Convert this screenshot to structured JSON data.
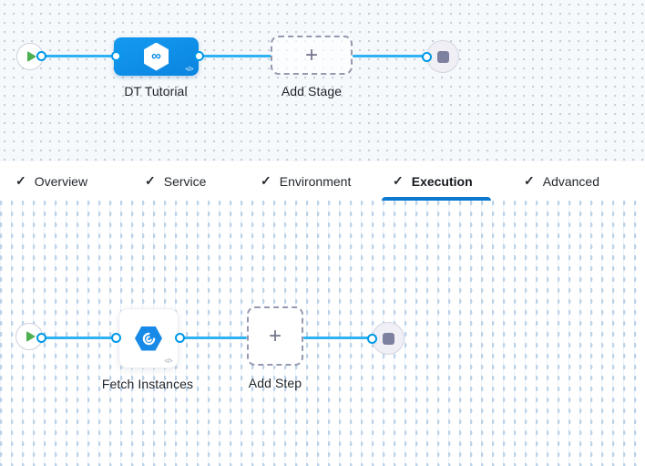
{
  "colors": {
    "accent_blue": "#0278d5",
    "connector_blue": "#2eb2f3",
    "stage_node_blue": "#0b8ce6",
    "play_green": "#4caf50",
    "end_marker_gray": "#7e809f"
  },
  "stage_graph": {
    "stage": {
      "label": "DT Tutorial",
      "icon": "pipeline-infinity-icon",
      "icon_glyph": "∞",
      "code_badge": "</>"
    },
    "add_stage": {
      "label": "Add Stage",
      "plus_glyph": "+"
    }
  },
  "tabs": {
    "check_glyph": "✓",
    "items": [
      {
        "label": "Overview",
        "completed": true,
        "active": false
      },
      {
        "label": "Service",
        "completed": true,
        "active": false
      },
      {
        "label": "Environment",
        "completed": true,
        "active": false
      },
      {
        "label": "Execution",
        "completed": true,
        "active": true
      },
      {
        "label": "Advanced",
        "completed": true,
        "active": false
      }
    ]
  },
  "execution_graph": {
    "step": {
      "label": "Fetch Instances",
      "icon": "fetch-instances-swirl-icon",
      "code_badge": "</>"
    },
    "add_step": {
      "label": "Add Step",
      "plus_glyph": "+"
    }
  }
}
